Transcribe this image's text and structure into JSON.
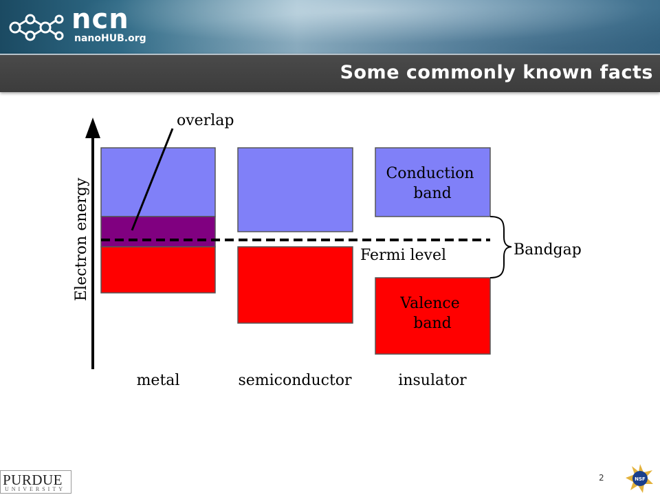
{
  "header": {
    "logo_text": "ncn",
    "logo_subtext": "nanoHUB.org",
    "title": "Some commonly known facts"
  },
  "diagram": {
    "axis_label": "Electron energy",
    "callouts": {
      "overlap": "overlap",
      "fermi_level": "Fermi level",
      "bandgap": "Bandgap",
      "conduction_band": "Conduction band",
      "valence_band": "Valence band"
    },
    "materials": [
      "metal",
      "semiconductor",
      "insulator"
    ],
    "colors": {
      "conduction": "#8080f8",
      "valence": "#ff0000",
      "overlap": "#800080"
    }
  },
  "footer": {
    "university_name": "PURDUE",
    "university_subtext": "UNIVERSITY",
    "page_number": "2",
    "nsf_seal": "NSF"
  }
}
